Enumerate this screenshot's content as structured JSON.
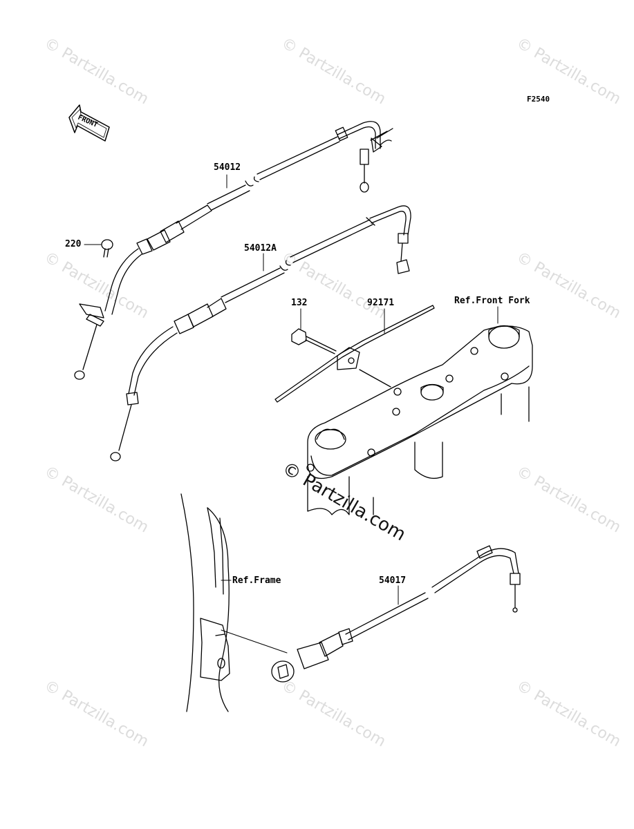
{
  "figure_code": "F2540",
  "front_label": "FRONT",
  "watermark": "© Partzilla.com",
  "parts": {
    "throttle_cable_open": "54012",
    "throttle_cable_close": "54012A",
    "screw": "220",
    "bolt": "132",
    "clamp": "92171",
    "choke_cable": "54017"
  },
  "refs": {
    "front_fork": "Ref.Front Fork",
    "frame": "Ref.Frame"
  }
}
